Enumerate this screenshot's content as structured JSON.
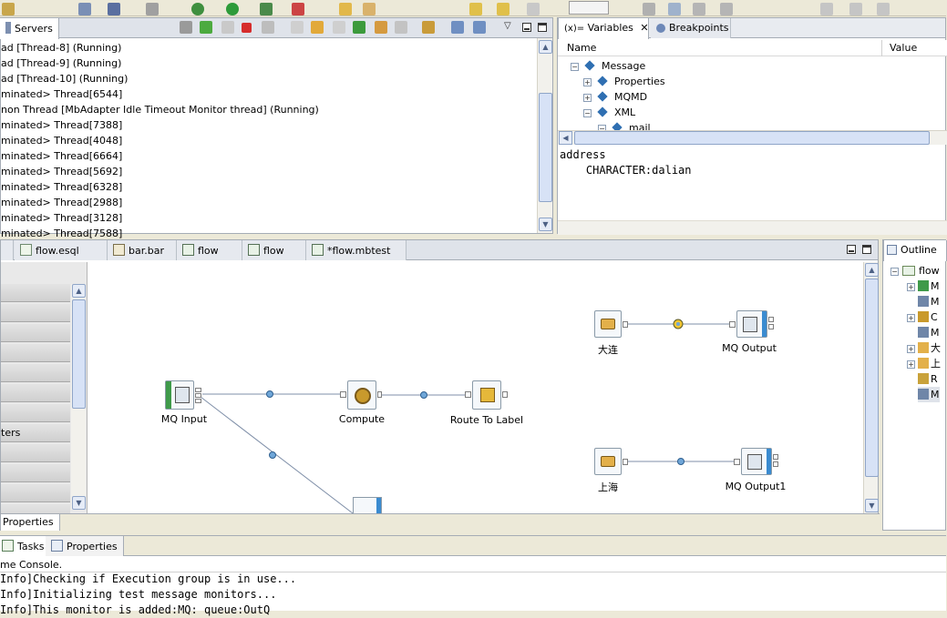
{
  "servers_view": {
    "tab_label": "Servers",
    "threads": [
      "ad [Thread-8] (Running)",
      "ad [Thread-9] (Running)",
      "ad [Thread-10] (Running)",
      "minated> Thread[6544]",
      "non Thread [MbAdapter Idle Timeout Monitor thread] (Running)",
      "minated> Thread[7388]",
      "minated> Thread[4048]",
      "minated> Thread[6664]",
      "minated> Thread[5692]",
      "minated> Thread[6328]",
      "minated> Thread[2988]",
      "minated> Thread[3128]",
      "minated> Thread[7588]"
    ]
  },
  "variables_view": {
    "tabs": [
      {
        "label": "Variables",
        "icon": "variables-icon",
        "active": true
      },
      {
        "label": "Breakpoints",
        "icon": "breakpoints-icon",
        "active": false
      }
    ],
    "tab_prefix": "(x)=",
    "columns": {
      "name": "Name",
      "value": "Value"
    },
    "tree": [
      {
        "label": "Message",
        "expanded": true,
        "depth": 0
      },
      {
        "label": "Properties",
        "expanded": false,
        "depth": 1
      },
      {
        "label": "MQMD",
        "expanded": false,
        "depth": 1
      },
      {
        "label": "XML",
        "expanded": true,
        "depth": 1
      },
      {
        "label": "mail",
        "expanded": true,
        "depth": 2
      }
    ],
    "detail_lines": [
      "address",
      "    CHARACTER:dalian"
    ]
  },
  "editor": {
    "tabs": [
      {
        "label": "flow.esql",
        "icon": "esql-file-icon"
      },
      {
        "label": "bar.bar",
        "icon": "bar-file-icon"
      },
      {
        "label": "flow",
        "icon": "flow-file-icon"
      },
      {
        "label": "flow",
        "icon": "flow-file-icon"
      },
      {
        "label": "*flow.mbtest",
        "icon": "mbtest-file-icon"
      }
    ],
    "palette_items": [
      "",
      "",
      "",
      "",
      "",
      "",
      "",
      "ters",
      "",
      "",
      "",
      ""
    ],
    "nodes": {
      "mq_input": "MQ Input",
      "compute": "Compute",
      "route_to_label": "Route To Label",
      "label_dalian": "大连",
      "mq_output": "MQ Output",
      "label_shanghai": "上海",
      "mq_output1": "MQ Output1"
    },
    "bottom_tab": "Properties"
  },
  "outline_view": {
    "tab_label": "Outline",
    "root": "flow",
    "items": [
      "M",
      "M",
      "C",
      "M",
      "大",
      "上",
      "R",
      "M"
    ]
  },
  "bottom_view": {
    "tabs": [
      {
        "label": "Tasks",
        "icon": "tasks-icon"
      },
      {
        "label": "Properties",
        "icon": "properties-icon"
      }
    ],
    "console_title": "me Console.",
    "console_lines": [
      "Info]Checking if Execution group is in use...",
      "Info]Initializing test message monitors...",
      "Info]This monitor is added:MQ: queue:OutQ"
    ]
  }
}
